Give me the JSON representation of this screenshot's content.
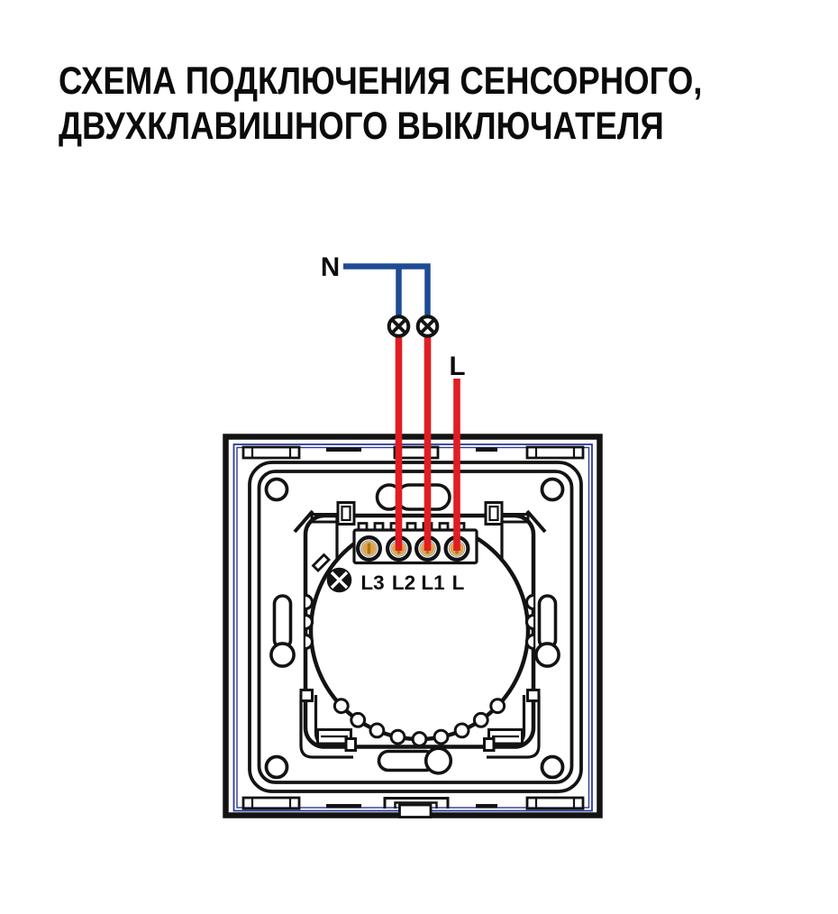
{
  "title": {
    "line1": "СХЕМА ПОДКЛЮЧЕНИЯ СЕНСОРНОГО,",
    "line2": "ДВУХКЛАВИШНОГО ВЫКЛЮЧАТЕЛЯ"
  },
  "diagram": {
    "neutral_label": "N",
    "line_label": "L",
    "terminal_labels": [
      "L3",
      "L2",
      "L1",
      "L"
    ],
    "colors": {
      "wire_neutral": "#1e4b94",
      "wire_line": "#e11d23",
      "frame_accent": "#2c3a96",
      "terminal_screw": "#e2a348",
      "terminal_slot": "#a9761c",
      "outline": "#131313"
    }
  }
}
